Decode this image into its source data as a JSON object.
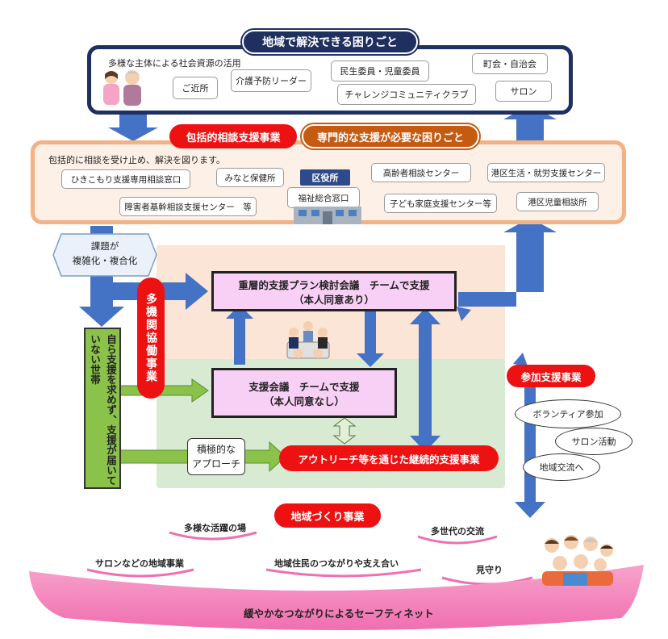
{
  "top": {
    "title": "地域で解決できる困りごと",
    "subtitle": "多様な主体による社会資源の活用",
    "items": [
      "ご近所",
      "介護予防リーダー",
      "民生委員・児童委員",
      "チャレンジコミュニティクラブ",
      "町会・自治会",
      "サロン"
    ]
  },
  "middle": {
    "label_left": "包括的相談支援事業",
    "label_right": "専門的な支援が必要な困りごと",
    "description": "包括的に相談を受け止め、解決を図ります。",
    "items": [
      "ひきこもり支援専用相談窓口",
      "みなと保健所",
      "障害者基幹相談支援センター　等",
      "福祉総合窓口",
      "高齢者相談センター",
      "子ども家庭支援センター等",
      "港区生活・就労支援センター",
      "港区児童相談所"
    ],
    "office_sign": "区役所"
  },
  "center": {
    "complex_label": "課題が\n複雑化・複合化",
    "multi_agency": "多機関協働事業",
    "plan_meeting_line1": "重層的支援プラン検討会議　チームで支援",
    "plan_meeting_line2": "（本人同意あり）",
    "support_meeting_line1": "支援会議　チームで支援",
    "support_meeting_line2": "（本人同意なし）",
    "outreach": "アウトリーチ等を通じた継続的支援事業",
    "proactive": "積極的な\nアプローチ",
    "vertical_box": "自ら支援を求めず、支援が届いていない世帯"
  },
  "participation": {
    "label": "参加支援事業",
    "items": [
      "ボランティア参加",
      "サロン活動",
      "地域交流へ"
    ]
  },
  "community": {
    "label": "地域づくり事業",
    "items": [
      "多様な活躍の場",
      "多世代の交流",
      "サロンなどの地域事業",
      "地域住民のつながりや支え合い",
      "見守り"
    ],
    "base": "緩やかなつながりによるセーフティネット"
  },
  "colors": {
    "navy": "#1f2f5f",
    "peach_border": "#f4b183",
    "peach_fill": "#fdf0e6",
    "arrow_blue": "#4472c4",
    "red": "#ee1111",
    "green_fill": "#d9ead3",
    "green_arrow": "#8bc34a",
    "pink_fill": "#f9d0f5",
    "magenta": "#f06fb0"
  }
}
